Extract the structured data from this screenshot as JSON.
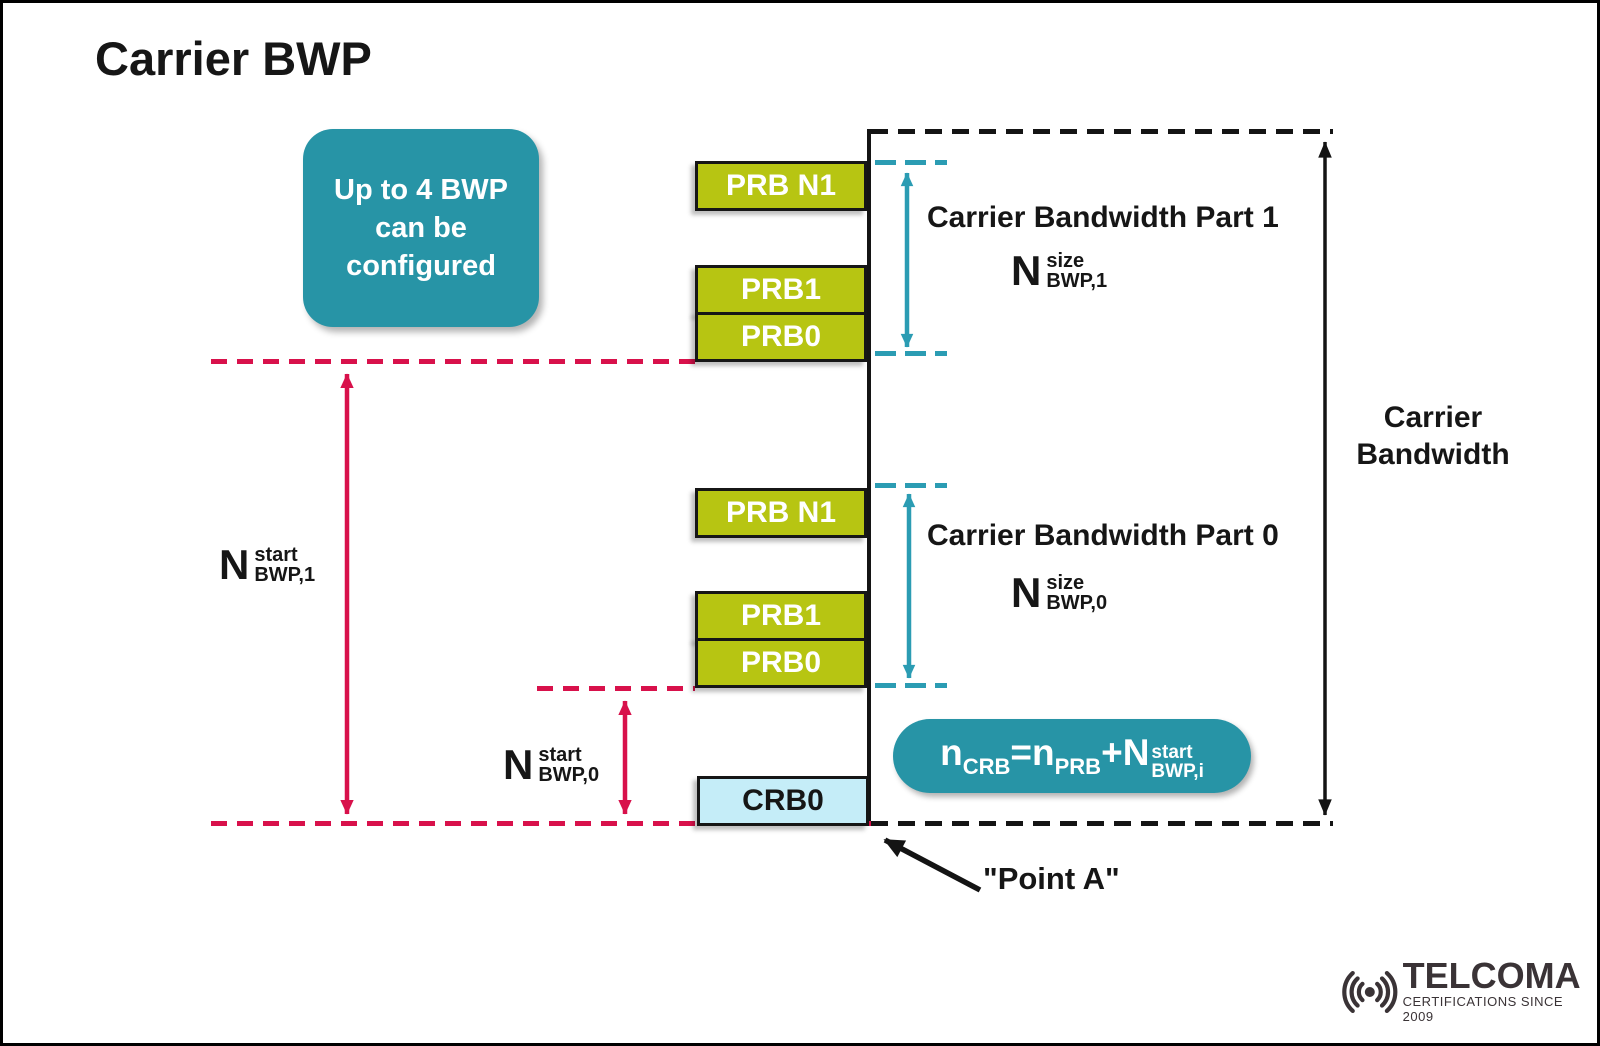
{
  "title": "Carrier BWP",
  "info_box": {
    "lines": [
      "Up to 4 BWP",
      "can be",
      "configured"
    ]
  },
  "diagram": {
    "bwp1": {
      "prb_n1": "PRB N1",
      "prb1": "PRB1",
      "prb0": "PRB0",
      "title": "Carrier Bandwidth Part 1",
      "size_label": {
        "base": "N",
        "sup": "size",
        "sub": "BWP,1"
      }
    },
    "bwp0": {
      "prb_n1": "PRB N1",
      "prb1": "PRB1",
      "prb0": "PRB0",
      "title": "Carrier Bandwidth Part 0",
      "size_label": {
        "base": "N",
        "sup": "size",
        "sub": "BWP,0"
      }
    },
    "crb0": "CRB0",
    "start1": {
      "base": "N",
      "sup": "start",
      "sub": "BWP,1"
    },
    "start0": {
      "base": "N",
      "sup": "start",
      "sub": "BWP,0"
    },
    "carrier_bandwidth": {
      "lines": [
        "Carrier",
        "Bandwidth"
      ]
    },
    "point_a": "\"Point A\""
  },
  "formula": {
    "n1": "n",
    "sub1": "CRB",
    "eq": "=",
    "n2": "n",
    "sub2": "PRB",
    "plus": "+",
    "n3": "N",
    "sup3": "start",
    "sub3": "BWP,i"
  },
  "logo": {
    "name": "TELCOMA",
    "tagline": "CERTIFICATIONS SINCE 2009"
  },
  "colors": {
    "teal": "#2794a6",
    "teal_accent": "#2b9cb3",
    "green": "#b7c512",
    "crimson": "#d8114b",
    "light_blue": "#c5edf8",
    "ink": "#141414"
  }
}
